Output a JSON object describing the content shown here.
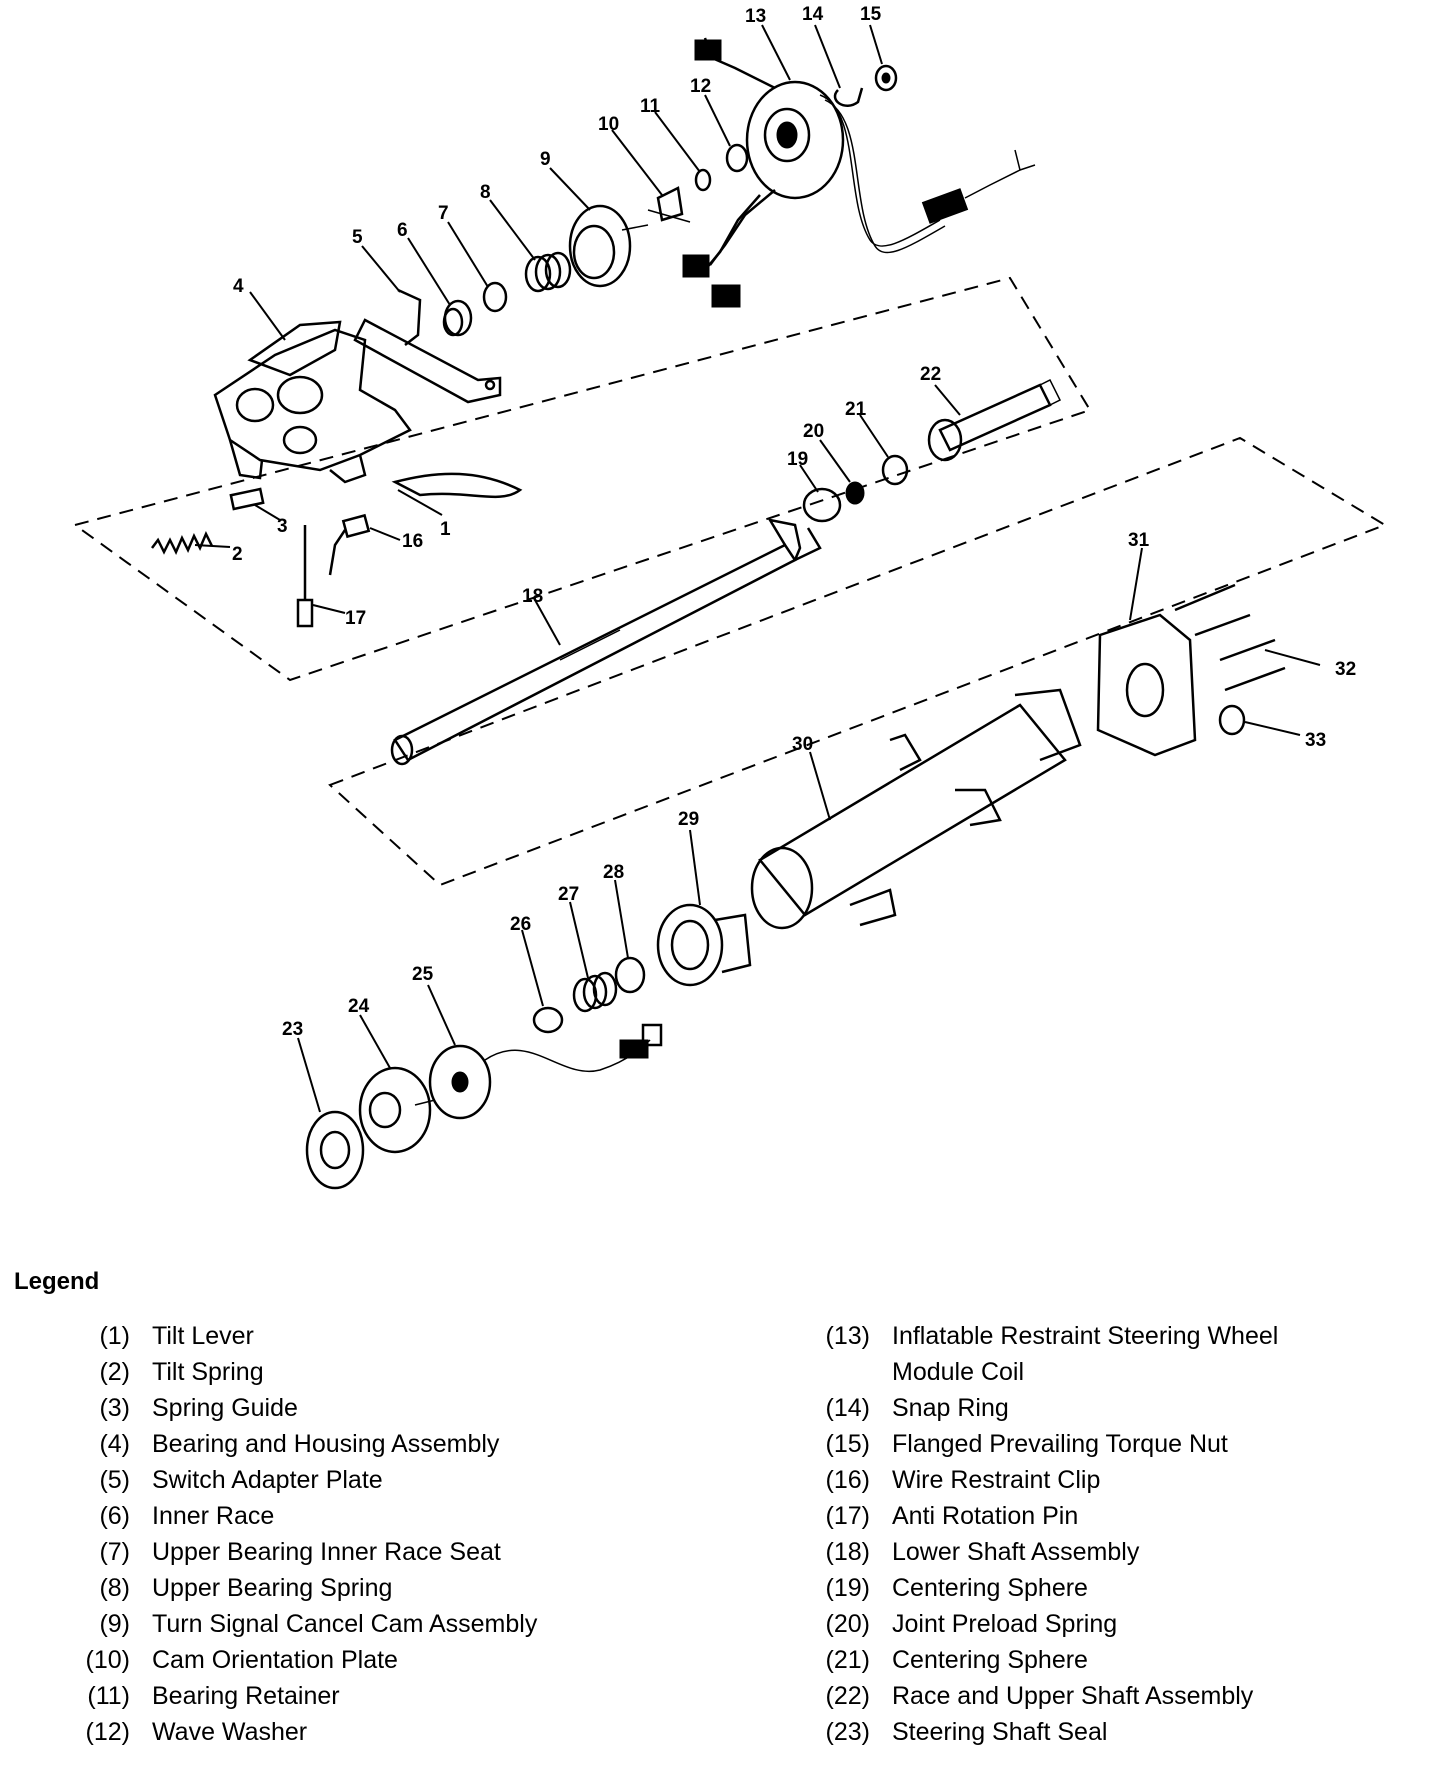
{
  "callouts": [
    "1",
    "2",
    "3",
    "4",
    "5",
    "6",
    "7",
    "8",
    "9",
    "10",
    "11",
    "12",
    "13",
    "14",
    "15",
    "16",
    "17",
    "18",
    "19",
    "20",
    "21",
    "22",
    "23",
    "24",
    "25",
    "26",
    "27",
    "28",
    "29",
    "30",
    "31",
    "32",
    "33"
  ],
  "legend": {
    "title": "Legend",
    "left": [
      {
        "num": "(1)",
        "text": "Tilt Lever"
      },
      {
        "num": "(2)",
        "text": "Tilt Spring"
      },
      {
        "num": "(3)",
        "text": "Spring Guide"
      },
      {
        "num": "(4)",
        "text": "Bearing and Housing Assembly"
      },
      {
        "num": "(5)",
        "text": "Switch Adapter Plate"
      },
      {
        "num": "(6)",
        "text": "Inner Race"
      },
      {
        "num": "(7)",
        "text": "Upper Bearing Inner Race Seat"
      },
      {
        "num": "(8)",
        "text": "Upper Bearing Spring"
      },
      {
        "num": "(9)",
        "text": "Turn Signal Cancel Cam Assembly"
      },
      {
        "num": "(10)",
        "text": "Cam Orientation Plate"
      },
      {
        "num": "(11)",
        "text": "Bearing Retainer"
      },
      {
        "num": "(12)",
        "text": "Wave Washer"
      }
    ],
    "right": [
      {
        "num": "(13)",
        "text": "Inflatable Restraint Steering Wheel"
      },
      {
        "num": "",
        "text": "Module Coil"
      },
      {
        "num": "(14)",
        "text": "Snap Ring"
      },
      {
        "num": "(15)",
        "text": "Flanged Prevailing Torque Nut"
      },
      {
        "num": "(16)",
        "text": "Wire Restraint Clip"
      },
      {
        "num": "(17)",
        "text": "Anti Rotation Pin"
      },
      {
        "num": "(18)",
        "text": "Lower Shaft Assembly"
      },
      {
        "num": "(19)",
        "text": "Centering Sphere"
      },
      {
        "num": "(20)",
        "text": "Joint Preload Spring"
      },
      {
        "num": "(21)",
        "text": "Centering Sphere"
      },
      {
        "num": "(22)",
        "text": "Race and Upper Shaft Assembly"
      },
      {
        "num": "(23)",
        "text": "Steering Shaft Seal"
      }
    ]
  }
}
